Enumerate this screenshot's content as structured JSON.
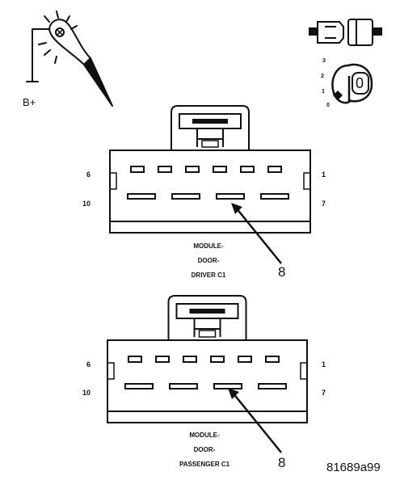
{
  "probe": {
    "supply_label": "B+"
  },
  "ignition": {
    "position_labels": [
      "3",
      "2",
      "1",
      "0"
    ],
    "key_label": "0"
  },
  "connectors": [
    {
      "id": "driver",
      "caption_lines": [
        "MODULE-",
        "DOOR-",
        "DRIVER C1"
      ],
      "pin_labels": {
        "top_left": "6",
        "top_right": "1",
        "bottom_left": "10",
        "bottom_right": "7"
      },
      "callout": "8"
    },
    {
      "id": "passenger",
      "caption_lines": [
        "MODULE-",
        "DOOR-",
        "PASSENGER C1"
      ],
      "pin_labels": {
        "top_left": "6",
        "top_right": "1",
        "bottom_left": "10",
        "bottom_right": "7"
      },
      "callout": "8"
    }
  ],
  "figure_id": "81689a99",
  "colors": {
    "ink": "#111111",
    "paper": "#ffffff"
  }
}
